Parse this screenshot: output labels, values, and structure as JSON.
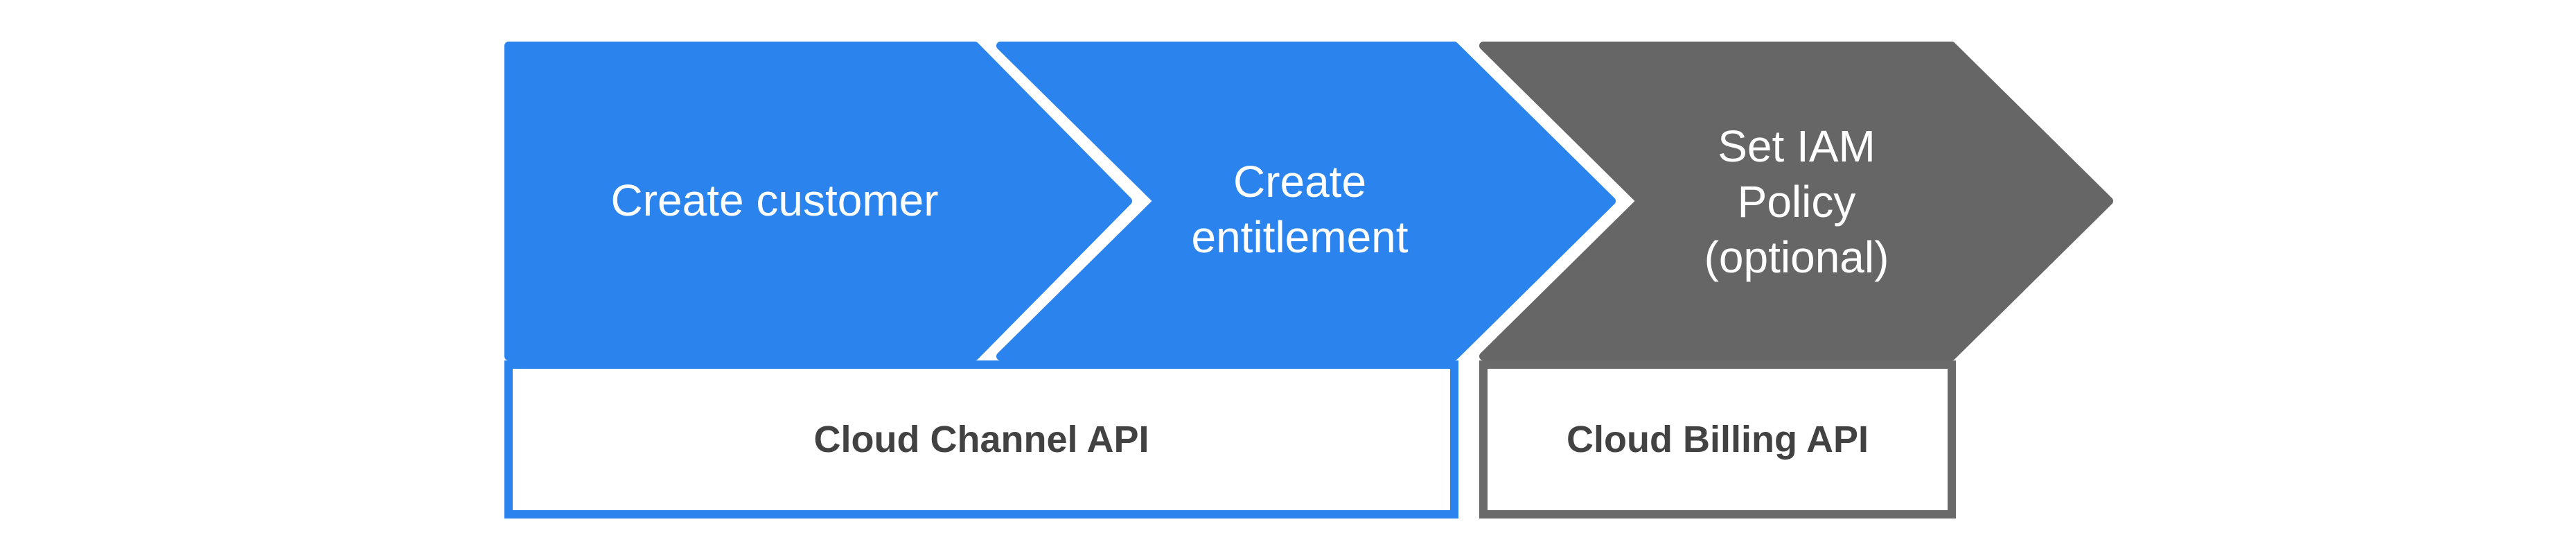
{
  "colors": {
    "blue": "#2b84ee",
    "arrow_gray": "#666666",
    "border_gray": "#6a6a6a",
    "box_text": "#424242",
    "arrow_text": "#ffffff",
    "box_bg": "#ffffff",
    "background": "#ffffff"
  },
  "steps": [
    {
      "name": "create-customer",
      "lines": [
        "Create customer"
      ]
    },
    {
      "name": "create-entitlement",
      "lines": [
        "Create",
        "entitlement"
      ]
    },
    {
      "name": "set-iam-policy",
      "lines": [
        "Set IAM",
        "Policy",
        "(optional)"
      ]
    }
  ],
  "api_boxes": [
    {
      "name": "cloud-channel-api",
      "label": "Cloud Channel API"
    },
    {
      "name": "cloud-billing-api",
      "label": "Cloud Billing API"
    }
  ]
}
